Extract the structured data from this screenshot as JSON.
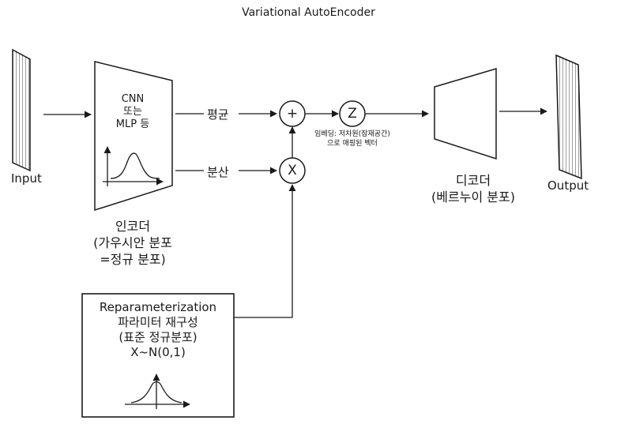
{
  "title": "Variational AutoEncoder",
  "input_label": "Input",
  "output_label": "Output",
  "encoder": {
    "lines": [
      "CNN",
      "또는",
      "MLP 등"
    ],
    "title_lines": [
      "인코더",
      "(가우시안 분포",
      "=정규 분포)"
    ]
  },
  "mean_label": "평균",
  "variance_label": "분산",
  "ops": {
    "plus": "+",
    "times": "X",
    "z": "Z"
  },
  "embedding_lines": [
    "임베딩: 저차원(잠재공간)",
    "으로 매핑된 벡터"
  ],
  "decoder": {
    "title_lines": [
      "디코더",
      "(베르누이 분포)"
    ]
  },
  "reparam": {
    "lines": [
      "Reparameterization",
      "파라미터 재구성",
      "(표준 정규분포)",
      "X~N(0,1)"
    ]
  },
  "colors": {
    "stroke": "#1a1a1a",
    "hatch": "#6a6a6a",
    "background": "#ffffff"
  }
}
